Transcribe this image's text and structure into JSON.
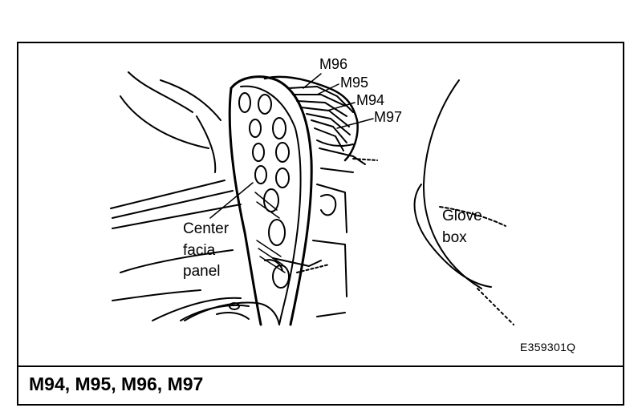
{
  "connectors": {
    "m96": "M96",
    "m95": "M95",
    "m94": "M94",
    "m97": "M97"
  },
  "labels": {
    "center_line1": "Center",
    "center_line2": "facia",
    "center_line3": "panel",
    "glove_line1": "Glove",
    "glove_line2": "box"
  },
  "figure_id": "E359301Q",
  "caption": "M94, M95, M96, M97"
}
